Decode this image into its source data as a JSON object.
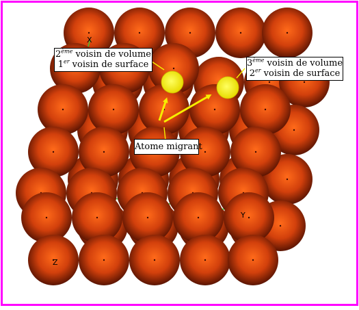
{
  "figure": {
    "frame_color": "#ff00ff",
    "atom_color": "#c8380c",
    "migrating_atom_color": "#f6ee00",
    "axis_color": "#38c838",
    "arrow_color": "#f6ee00"
  },
  "axes": {
    "x": "X",
    "y": "Y",
    "z": "Z"
  },
  "labels": {
    "second": {
      "line1_ord": "2",
      "line1_sup": "ème",
      "line1_rest": " voisin de volume",
      "line2_ord": "1",
      "line2_sup": "er",
      "line2_rest": " voisin de surface"
    },
    "third": {
      "line1_ord": "3",
      "line1_sup": "ème",
      "line1_rest": " voisin de volume",
      "line2_ord": "2",
      "line2_sup": "er",
      "line2_rest": " voisin de surface"
    },
    "migrating": "Atome migrant"
  }
}
